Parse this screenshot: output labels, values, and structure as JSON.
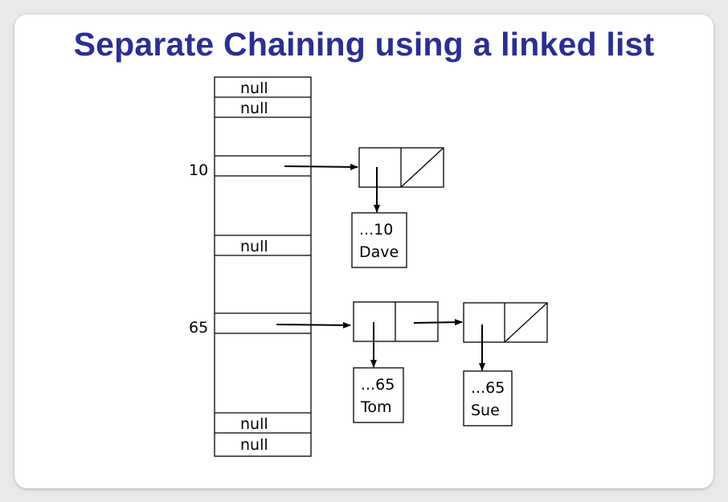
{
  "title": "Separate Chaining using a linked list",
  "table": {
    "null_label": "null",
    "index_10": "10",
    "index_65": "65"
  },
  "nodes": {
    "dave": {
      "key": "...10",
      "value": "Dave"
    },
    "tom": {
      "key": "...65",
      "value": "Tom"
    },
    "sue": {
      "key": "...65",
      "value": "Sue"
    }
  }
}
